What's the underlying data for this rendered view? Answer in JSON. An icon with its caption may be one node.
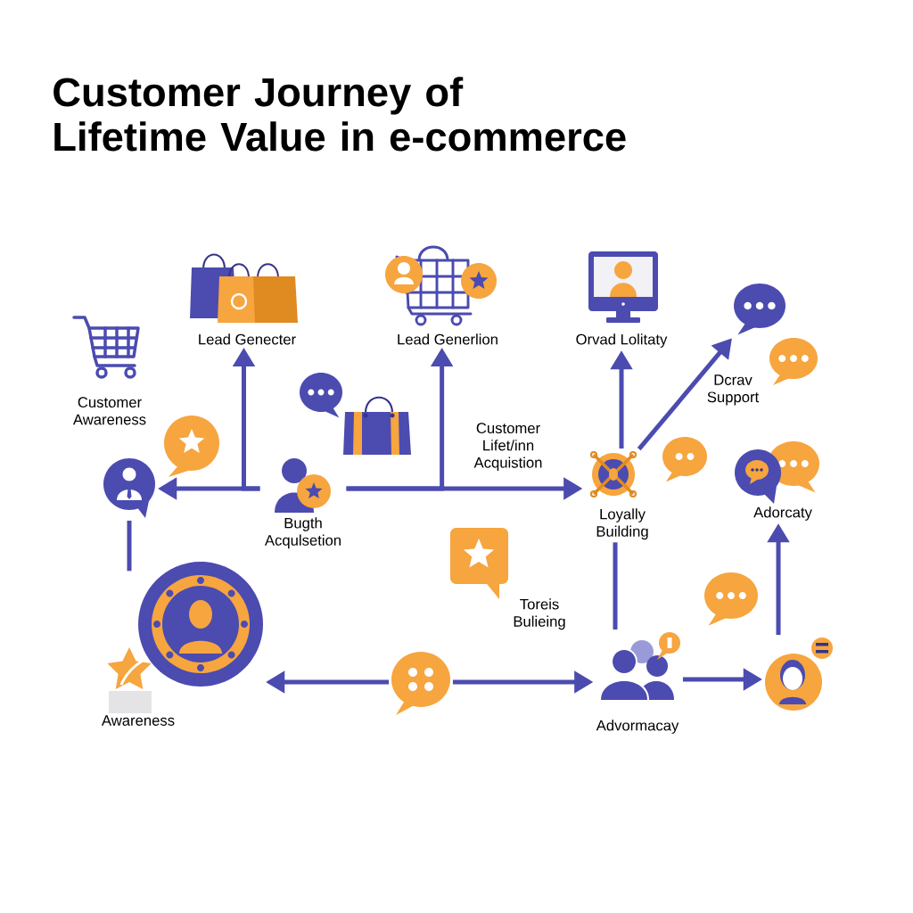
{
  "diagram": {
    "title": "Customer Journey of Lifetime Value in e-commerce",
    "nodes": [
      {
        "text": [
          "Lead Genecter"
        ]
      },
      {
        "text": [
          "Lead Generlion"
        ]
      },
      {
        "text": [
          "Orvad Lolitaty"
        ]
      },
      {
        "text": [],
        "shape": "picture"
      },
      {
        "text": [
          "Customer Awareness"
        ]
      },
      {
        "text": [],
        "shape": "picture"
      },
      {
        "text": [
          "Bugth Acqulsetion"
        ]
      },
      {
        "text": [
          "Loyally Building"
        ]
      },
      {
        "text": [
          "Adorcaty"
        ]
      },
      {
        "text": [],
        "shape": "picture"
      },
      {
        "text": [
          "Awareness"
        ]
      },
      {
        "text": [],
        "shape": "picture"
      },
      {
        "text": [
          "Advormacay"
        ]
      },
      {
        "text": [],
        "shape": "picture"
      }
    ],
    "edges": [
      {
        "from": 6,
        "to": 5,
        "arrow": "to"
      },
      {
        "from": 6,
        "to": 0,
        "arrow": "to"
      },
      {
        "from": 6,
        "to": 7,
        "arrow": "to"
      },
      {
        "from": 6,
        "to": 1,
        "arrow": "to"
      },
      {
        "from": 7,
        "to": 2,
        "arrow": "to"
      },
      {
        "from": 7,
        "to": 3,
        "arrow": "to"
      },
      {
        "from": 5,
        "to": null,
        "arrow": "none"
      },
      {
        "from": 11,
        "to": 9,
        "arrow": "to"
      },
      {
        "from": 11,
        "to": 12,
        "arrow": "to"
      },
      {
        "from": 7,
        "to": 12,
        "arrow": "none"
      },
      {
        "from": 12,
        "to": 13,
        "arrow": "to"
      },
      {
        "from": 13,
        "to": 8,
        "arrow": "to"
      }
    ],
    "labels": [
      "Dcrav Support",
      "Customer Lifet/inn Acquistion",
      "Toreis Bulieing"
    ]
  }
}
